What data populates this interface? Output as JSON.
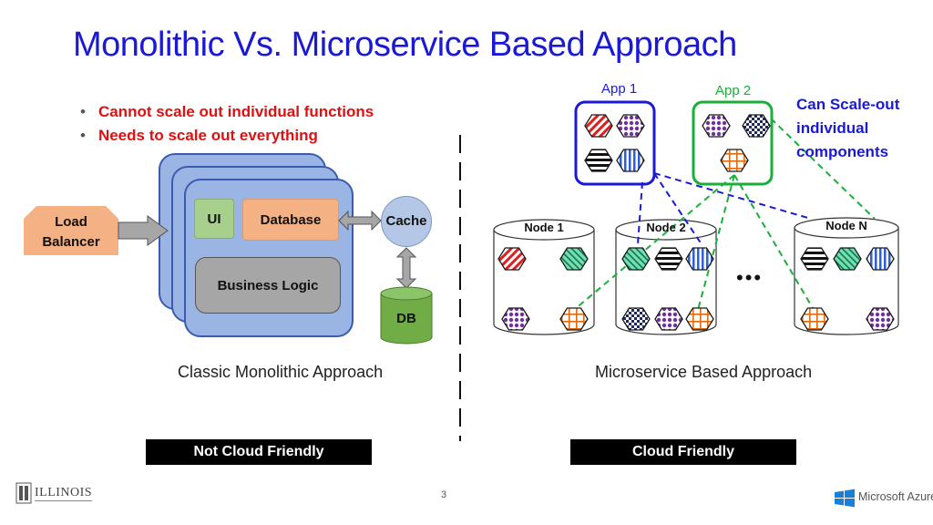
{
  "slide": {
    "title": "Monolithic Vs. Microservice Based Approach",
    "page_number": "3"
  },
  "monolithic": {
    "bullets": [
      "Cannot scale out individual functions",
      "Needs to scale out everything"
    ],
    "load_balancer": "Load Balancer",
    "ui": "UI",
    "database": "Database",
    "business_logic": "Business Logic",
    "cache": "Cache",
    "db": "DB",
    "caption": "Classic Monolithic Approach",
    "verdict": "Not Cloud Friendly"
  },
  "microservice": {
    "app1": "App 1",
    "app2": "App 2",
    "scale_note": "Can Scale-out individual components",
    "nodes": [
      "Node 1",
      "Node 2",
      "Node N"
    ],
    "ellipsis": "•••",
    "caption": "Microservice Based Approach",
    "verdict": "Cloud Friendly"
  },
  "logos": {
    "illinois": "ILLINOIS",
    "azure": "Microsoft Azure"
  },
  "colors": {
    "title": "#1a1ad6",
    "bullets": "#e01010",
    "app1_border": "#1a1ad6",
    "app2_border": "#1aae3a",
    "monolith_fill": "#9ab4e4",
    "ui_fill": "#a8d08d",
    "database_fill": "#f4b183",
    "business_fill": "#a6a6a6",
    "cache_fill": "#b4c7e7",
    "db_fill": "#70ad47",
    "load_balancer_fill": "#f4b183",
    "note": "#1a1ad6"
  }
}
